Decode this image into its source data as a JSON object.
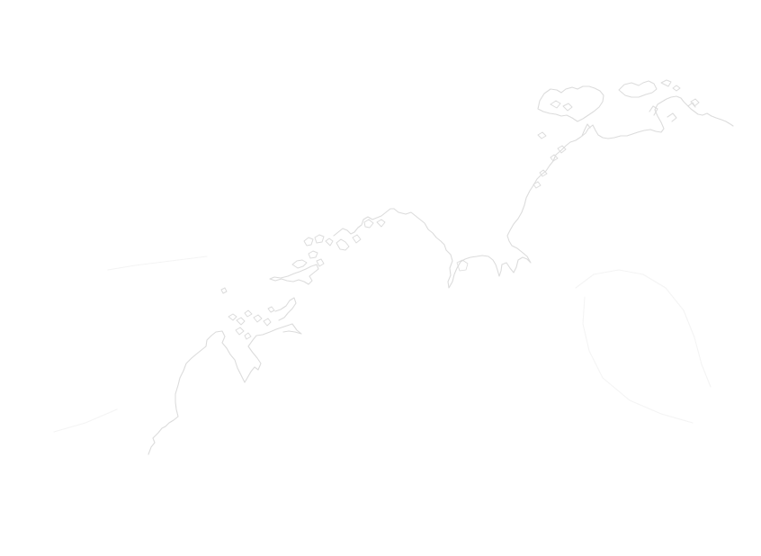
{
  "map": {
    "style": {
      "background_color": "#ffffff",
      "coastline_color": "#dcdcdc",
      "land_color": "#ffffff",
      "island_fill_color": "#e4e4e4"
    },
    "features": [
      "coastline-mainland",
      "coastline-islands",
      "coastline-east-peninsula"
    ]
  }
}
